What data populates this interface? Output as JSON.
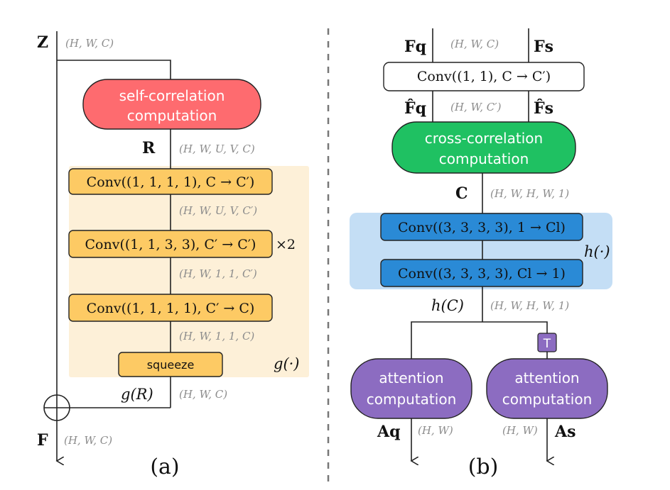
{
  "panel_a": {
    "input_label": "Z",
    "input_dim": "(H, W, C)",
    "self_corr_line1": "self-correlation",
    "self_corr_line2": "computation",
    "r_label": "R",
    "r_dim": "(H, W, U, V, C)",
    "conv1": "Conv((1, 1, 1, 1), C → C′)",
    "dim1": "(H, W, U, V, C′)",
    "conv2": "Conv((1, 1, 3, 3), C′ → C′)",
    "repeat": "×2",
    "dim2": "(H, W, 1, 1, C′)",
    "conv3": "Conv((1, 1, 1, 1), C′ → C)",
    "dim3": "(H, W, 1, 1, C)",
    "squeeze": "squeeze",
    "func": "g(·)",
    "gr_label": "g(R)",
    "gr_dim": "(H, W, C)",
    "output_label": "F",
    "output_dim": "(H, W, C)",
    "caption": "(a)",
    "colors": {
      "self_corr": "#fe6b6f",
      "conv": "#fdca64",
      "panel": "#fdf0d8"
    }
  },
  "panel_b": {
    "fq": "Fq",
    "fs": "Fs",
    "in_dim": "(H, W, C)",
    "conv_proj": "Conv((1, 1), C → C′)",
    "fq_hat": "F̂q",
    "fs_hat": "F̂s",
    "hat_dim": "(H, W, C′)",
    "cross_corr_line1": "cross-correlation",
    "cross_corr_line2": "computation",
    "c_label": "C",
    "c_dim": "(H, W, H, W, 1)",
    "conv4d_1": "Conv((3, 3, 3, 3), 1 → Cl)",
    "conv4d_2": "Conv((3, 3, 3, 3), Cl → 1)",
    "func": "h(·)",
    "hc_label": "h(C)",
    "hc_dim": "(H, W, H, W, 1)",
    "transpose": "T",
    "att_line1": "attention",
    "att_line2": "computation",
    "aq": "Aq",
    "aq_dim": "(H, W)",
    "as": "As",
    "as_dim": "(H, W)",
    "caption": "(b)",
    "colors": {
      "cross_corr": "#1fc162",
      "conv": "#2a8ad6",
      "panel": "#c4def5",
      "attention": "#8c6cc1"
    }
  }
}
